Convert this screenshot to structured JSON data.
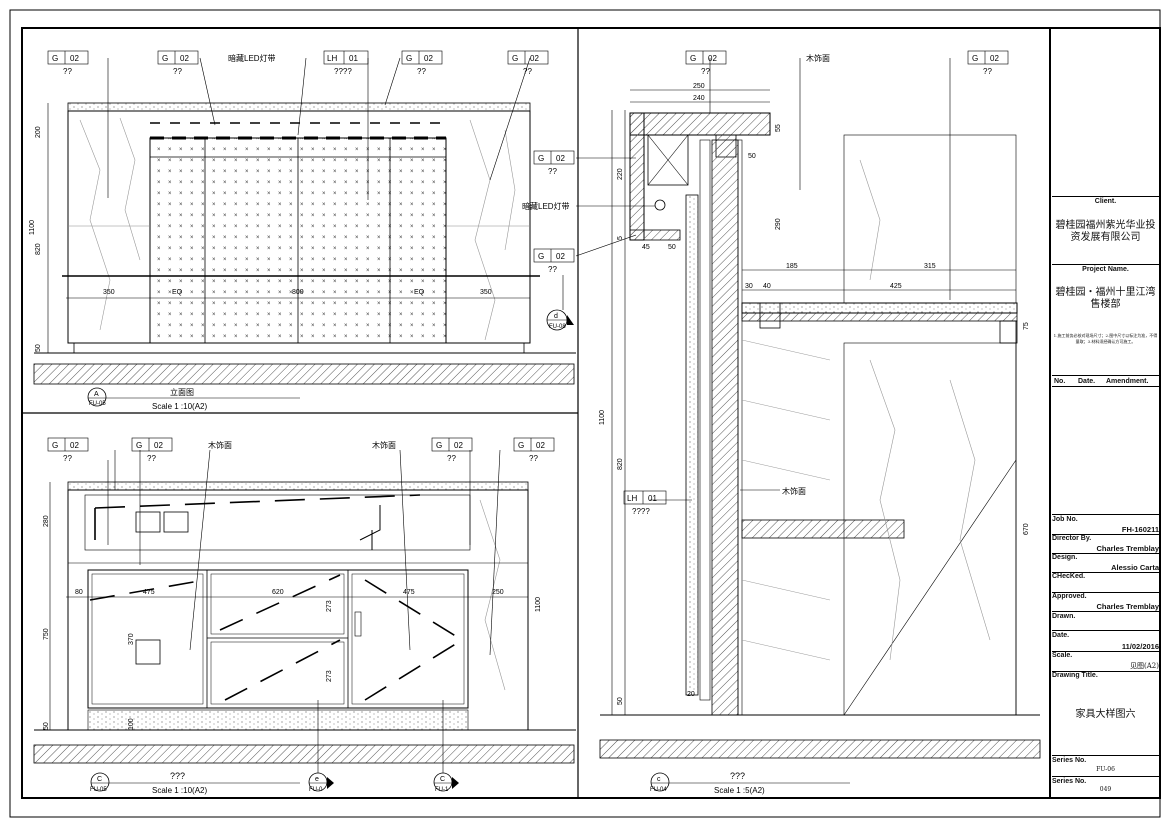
{
  "views": {
    "elevation_a": {
      "title": "立面图",
      "scale": "Scale 1 :10(A2)",
      "marker_top": "A",
      "marker_bottom": "FU-05",
      "section_marker_top": "d",
      "section_marker_bottom": "FU-08",
      "led_label": "暗藏LED灯带",
      "tags": [
        {
          "code": "G",
          "num": "02",
          "desc": "??"
        },
        {
          "code": "G",
          "num": "02",
          "desc": "??"
        },
        {
          "code": "LH",
          "num": "01",
          "desc": "????"
        },
        {
          "code": "G",
          "num": "02",
          "desc": "??"
        },
        {
          "code": "G",
          "num": "02",
          "desc": "??"
        }
      ],
      "dims_h": [
        "350",
        "EQ",
        "800",
        "EQ",
        "350"
      ],
      "dims_v": [
        "200",
        "820",
        "1100",
        "50"
      ]
    },
    "elevation_c": {
      "title": "???",
      "scale": "Scale 1 :10(A2)",
      "marker_top": "C",
      "marker_bottom": "FU-05",
      "section_e_top": "e",
      "section_e_bottom": "FU-0",
      "section_c_top": "C",
      "section_c_bottom": "FU-1",
      "wood_label_1": "木饰面",
      "wood_label_2": "木饰面",
      "tags": [
        {
          "code": "G",
          "num": "02",
          "desc": "??"
        },
        {
          "code": "G",
          "num": "02",
          "desc": "??"
        },
        {
          "code": "G",
          "num": "02",
          "desc": "??"
        },
        {
          "code": "G",
          "num": "02",
          "desc": "??"
        }
      ],
      "dims_h": [
        "80",
        "475",
        "620",
        "475",
        "250"
      ],
      "dims_v": [
        "280",
        "750",
        "1100",
        "50",
        "100",
        "370",
        "273",
        "273"
      ]
    },
    "section_c": {
      "title": "???",
      "scale": "Scale 1 :5(A2)",
      "marker_top": "c",
      "marker_bottom": "FU-04",
      "wood_label_top": "木饰面",
      "wood_label_mid": "木饰面",
      "led_label": "暗藏LED灯带",
      "tags": [
        {
          "code": "G",
          "num": "02",
          "desc": "??"
        },
        {
          "code": "G",
          "num": "02",
          "desc": "??"
        },
        {
          "code": "G",
          "num": "02",
          "desc": "??"
        },
        {
          "code": "G",
          "num": "02",
          "desc": "??"
        },
        {
          "code": "LH",
          "num": "01",
          "desc": "????"
        }
      ],
      "dims": [
        "250",
        "240",
        "55",
        "50",
        "220",
        "5",
        "45",
        "50",
        "290",
        "185",
        "315",
        "30",
        "40",
        "425",
        "75",
        "1100",
        "820",
        "670",
        "20",
        "50"
      ]
    }
  },
  "title_block": {
    "client_label": "Client.",
    "client_name": "碧桂园福州紫光华业投资发展有限公司",
    "project_label": "Project Name.",
    "project_name": "碧桂园・福州十里江湾售楼部",
    "notes": "1.施工前务必核对现场尺寸；2.图中尺寸以标注为准，不得量取；3.材料须经确认方可施工。",
    "amend_no": "No.",
    "amend_date": "Date.",
    "amend_label": "Amendment.",
    "job_label": "Job No.",
    "job_no": "FH-160211",
    "director_label": "Director By.",
    "director": "Charles Tremblay",
    "design_label": "Design.",
    "design": "Alessio Carta",
    "checked_label": "CHecKed.",
    "approved_label": "Approved.",
    "approved": "Charles Tremblay",
    "drawn_label": "Drawn.",
    "date_label": "Date.",
    "date": "11/02/2016",
    "scale_label": "Scale.",
    "scale": "见图(A2)",
    "drawing_title_label": "Drawing Title.",
    "drawing_title": "家具大样图六",
    "series_label": "Series No.",
    "series": "FU-06",
    "series2_label": "Series No.",
    "series2": "049"
  }
}
